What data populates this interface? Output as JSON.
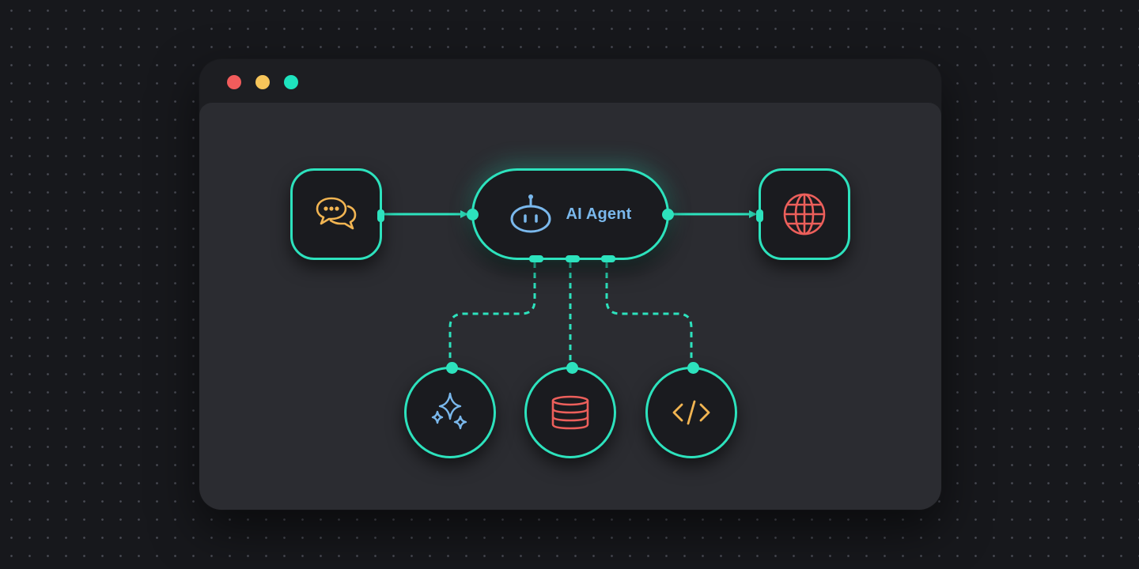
{
  "window": {
    "controls": [
      {
        "name": "close",
        "color": "#f25c5c"
      },
      {
        "name": "minimize",
        "color": "#f7c55a"
      },
      {
        "name": "maximize",
        "color": "#1ee3be"
      }
    ]
  },
  "diagram": {
    "accent_color": "#2de2bd",
    "center": {
      "label": "AI Agent",
      "icon": "robot-icon",
      "icon_color": "#7ab8ec"
    },
    "input": {
      "icon": "chat-bubbles-icon",
      "icon_color": "#f2b552"
    },
    "output": {
      "icon": "globe-icon",
      "icon_color": "#ec5f5b"
    },
    "tools": [
      {
        "icon": "sparkles-icon",
        "icon_color": "#7ab8ec"
      },
      {
        "icon": "database-icon",
        "icon_color": "#ec5f5b"
      },
      {
        "icon": "code-icon",
        "icon_color": "#f2b552"
      }
    ],
    "connections": [
      {
        "from": "input",
        "to": "center",
        "style": "solid-arrow"
      },
      {
        "from": "center",
        "to": "output",
        "style": "solid-arrow"
      },
      {
        "from": "center",
        "to": "tools.0",
        "style": "dashed"
      },
      {
        "from": "center",
        "to": "tools.1",
        "style": "dashed"
      },
      {
        "from": "center",
        "to": "tools.2",
        "style": "dashed"
      }
    ]
  }
}
